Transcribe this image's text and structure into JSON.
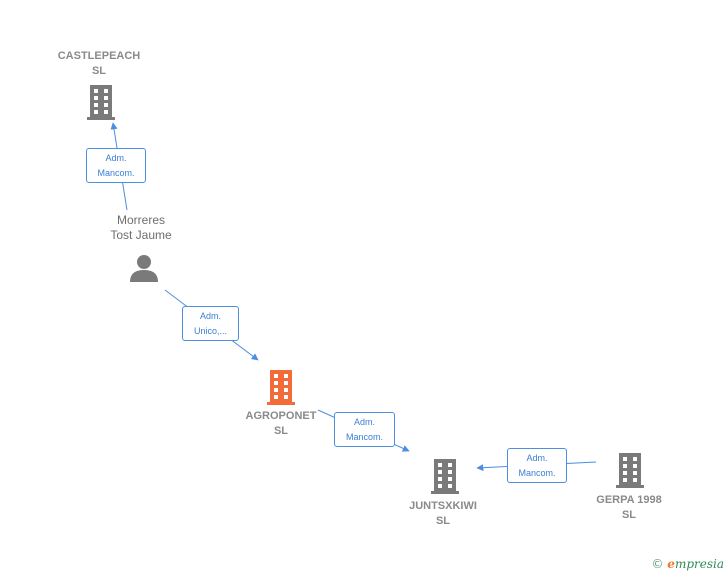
{
  "nodes": {
    "castlepeach": {
      "line1": "CASTLEPEACH",
      "line2": "SL",
      "type": "company",
      "icon": "building-icon"
    },
    "morreres": {
      "line1": "Morreres",
      "line2": "Tost Jaume",
      "type": "person",
      "icon": "person-icon"
    },
    "agroponet": {
      "line1": "AGROPONET",
      "line2": "SL",
      "type": "company",
      "focus": true,
      "icon": "building-icon"
    },
    "juntsxkiwi": {
      "line1": "JUNTSXKIWI",
      "line2": "SL",
      "type": "company",
      "icon": "building-icon"
    },
    "gerpa": {
      "line1": "GERPA 1998",
      "line2": "SL",
      "type": "company",
      "icon": "building-icon"
    }
  },
  "edges": [
    {
      "id": "e1",
      "from": "morreres",
      "to": "castlepeach",
      "line1": "Adm.",
      "line2": "Mancom."
    },
    {
      "id": "e2",
      "from": "morreres",
      "to": "agroponet",
      "line1": "Adm.",
      "line2": "Unico,..."
    },
    {
      "id": "e3",
      "from": "agroponet",
      "to": "juntsxkiwi",
      "line1": "Adm.",
      "line2": "Mancom."
    },
    {
      "id": "e4",
      "from": "gerpa",
      "to": "juntsxkiwi",
      "line1": "Adm.",
      "line2": "Mancom."
    }
  ],
  "colors": {
    "edge": "#4a8fe0",
    "node": "#7a7a7a",
    "focus_node": "#f26b38"
  },
  "brand": {
    "copyright": "©",
    "e_letter": "e",
    "rest": "mpresia"
  }
}
